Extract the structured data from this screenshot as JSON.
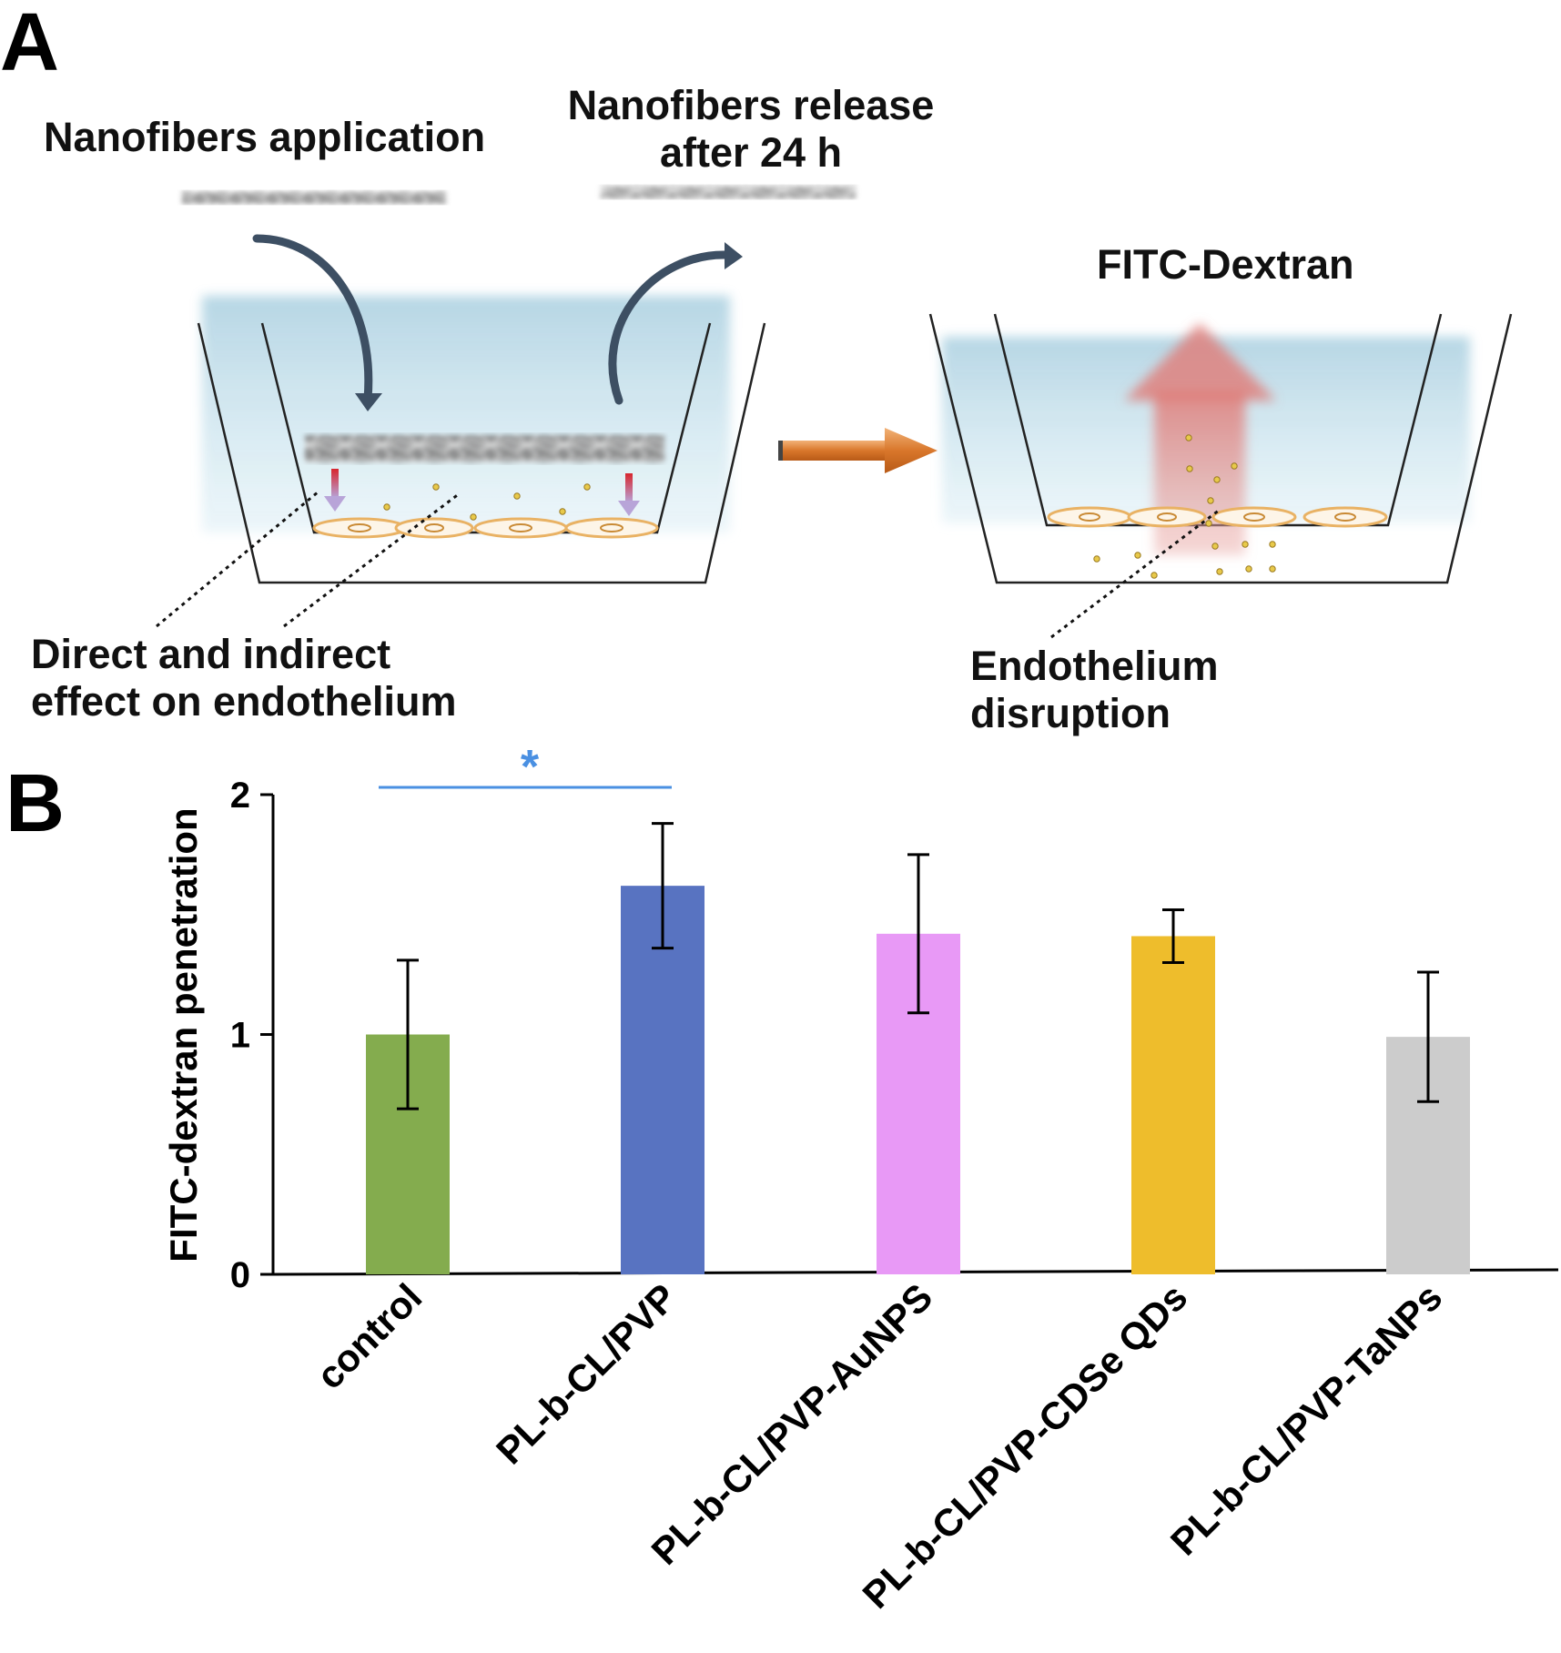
{
  "panel_a": {
    "letter": "A",
    "labels": {
      "application": "Nanofibers application",
      "release_line1": "Nanofibers release",
      "release_line2": "after 24 h",
      "fitc": "FITC-Dextran",
      "effect_line1": "Direct and indirect",
      "effect_line2": "effect on endothelium",
      "disruption_line1": "Endothelium",
      "disruption_line2": "disruption"
    },
    "colors": {
      "medium": "#b9dae6",
      "arrow_orange": "#d9772b",
      "curved_arrow": "#3d4f63",
      "red_arrow": "#d8262e",
      "cell_rim": "#e9b264",
      "particle": "#d7b33a",
      "upward_arrow": "#e9a8a5"
    }
  },
  "panel_b": {
    "letter": "B"
  },
  "chart_data": {
    "type": "bar",
    "categories": [
      "control",
      "PL-b-CL/PVP",
      "PL-b-CL/PVP-AuNPS",
      "PL-b-CL/PVP-CDSe QDs",
      "PL-b-CL/PVP-TaNPs"
    ],
    "values": [
      1.0,
      1.62,
      1.42,
      1.41,
      0.99
    ],
    "error_bars": [
      0.31,
      0.26,
      0.33,
      0.11,
      0.27
    ],
    "colors": [
      "#84ac4e",
      "#5873c1",
      "#e899f6",
      "#eebd2c",
      "#cccccc"
    ],
    "ylabel": "FITC-dextran penetration",
    "xlabel": "",
    "ylim": [
      0,
      2
    ],
    "yticks": [
      "0",
      "1",
      "2"
    ],
    "grid": false,
    "significance": {
      "from": "control",
      "to": "PL-b-CL/PVP",
      "label": "*",
      "color": "#4a90e2"
    }
  }
}
